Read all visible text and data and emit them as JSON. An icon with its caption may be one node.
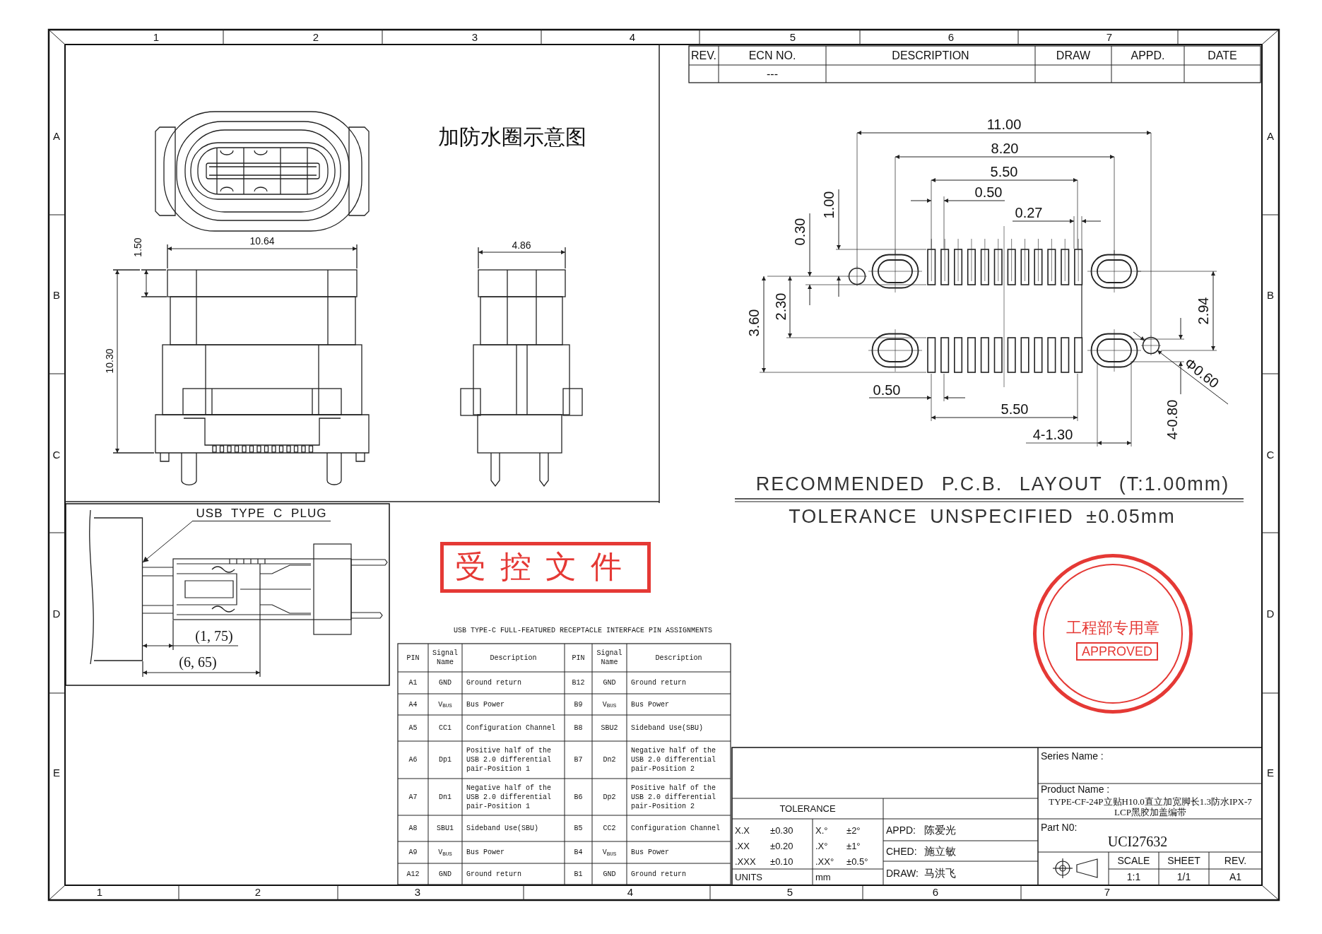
{
  "diagram": {
    "nodes": [
      {
        "text": [
          "USB TYPE C PLUG"
        ]
      },
      {
        "text": [],
        "shape": "picture"
      },
      {
        "text": [
          "受控文件"
        ]
      },
      {
        "text": [
          "工程部专用章"
        ]
      },
      {
        "text": [
          "APPROVED"
        ],
        "in": 3
      }
    ],
    "edges": [
      {
        "from": 0,
        "to": 1,
        "arrow": "to"
      }
    ],
    "labels": [
      "1",
      "2",
      "3",
      "4",
      "5",
      "6",
      "7",
      "1",
      "2",
      "3",
      "4",
      "5",
      "6",
      "7",
      "A",
      "B",
      "C",
      "D",
      "E",
      "A",
      "B",
      "C",
      "D",
      "E",
      "REV.",
      "ECN NO.",
      "DESCRIPTION",
      "DRAW",
      "APPD.",
      "DATE",
      "---",
      "加防水圈示意图",
      "10.64",
      "1.50",
      "10.30",
      "4.86",
      "11.00",
      "8.20",
      "5.50",
      "0.50",
      "1.00",
      "0.30",
      "0.27",
      "2.30",
      "3.60",
      "2.94",
      "Φ0.60",
      "0.50",
      "5.50",
      "4-0.80",
      "4-1.30",
      "RECOMMENDED P.C.B. LAYOUT (T:1.00mm)",
      "TOLERANCE UNSPECIFIED ±0.05mm",
      "(1, 75)",
      "(6, 65)",
      "USB TYPE-C FULL-FEATURED RECEPTACLE INTERFACE PIN ASSIGNMENTS",
      "PIN",
      "Signal Name",
      "Description",
      "PIN",
      "Signal Name",
      "Description",
      "A1",
      "GND",
      "Ground return",
      "B12",
      "GND",
      "Ground return",
      "A4",
      "V$_{BUS}$",
      "Bus Power",
      "B9",
      "V$_{BUS}$",
      "Bus Power",
      "A5",
      "CC1",
      "Configuration Channel",
      "B8",
      "SBU2",
      "Sideband Use(SBU)",
      "A6",
      "Dp1",
      "Positive half of the USB 2.0 differential pair-Position 1",
      "B7",
      "Dn2",
      "Negative half of the USB 2.0 differential pair-Position 2",
      "A7",
      "Dn1",
      "Negative half of the USB 2.0 differential pair-Position 1",
      "B6",
      "Dp2",
      "Positive half of the USB 2.0 differential pair-Position 2",
      "A8",
      "SBU1",
      "Sideband Use(SBU)",
      "B5",
      "CC2",
      "Configuration Channel",
      "A9",
      "V$_{BUS}$",
      "Bus Power",
      "B4",
      "V$_{BUS}$",
      "Bus Power",
      "A12",
      "GND",
      "Ground return",
      "B1",
      "GND",
      "Ground return",
      "Series Name :",
      "Product Name :",
      "TYPE-CF-24P立贴H10.0直立加宽脚长1.3防水IPX-7 LCP黑胶加盖编带",
      "Part N0:",
      "UCI27632",
      "TOLERANCE",
      "X.X",
      "±0.30",
      "X.°",
      "±2°",
      ".XX",
      "±0.20",
      ".X°",
      "±1°",
      ".XXX",
      "±0.10",
      ".XX°",
      "±0.5°",
      "UNITS",
      "mm",
      "APPD:",
      "陈爱光",
      "CHED:",
      "施立敏",
      "DRAW:",
      "马洪飞",
      "SCALE",
      "SHEET",
      "REV.",
      "1:1",
      "1/1",
      "A1"
    ]
  }
}
